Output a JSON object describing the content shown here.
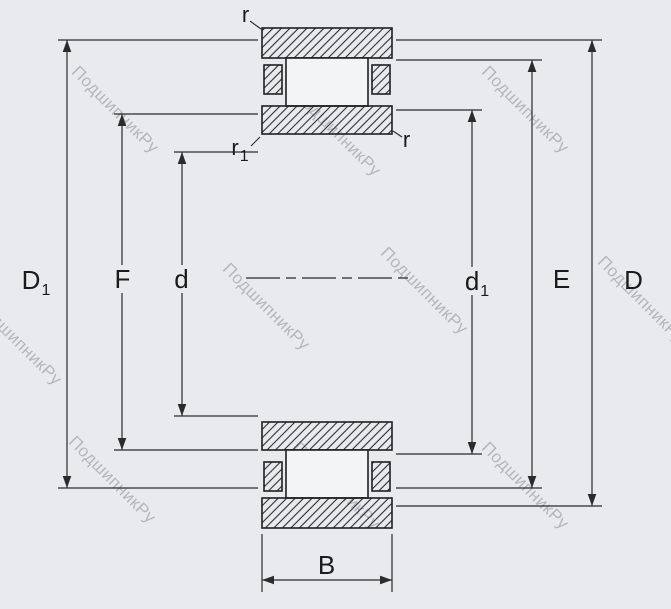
{
  "title": "Cylindrical roller bearing cross-section dimension drawing",
  "colors": {
    "bg": "#e9eaee",
    "line": "#1f1f1f",
    "dim": "#2b2b2b",
    "label": "#1b1b1b",
    "wm": "#a9adb6",
    "roller": "#f3f4f6"
  },
  "labels": {
    "D1": {
      "base": "D",
      "sub": "1"
    },
    "F": {
      "base": "F",
      "sub": ""
    },
    "d": {
      "base": "d",
      "sub": ""
    },
    "d1": {
      "base": "d",
      "sub": "1"
    },
    "E": {
      "base": "E",
      "sub": ""
    },
    "D": {
      "base": "D",
      "sub": ""
    },
    "B": {
      "base": "B",
      "sub": ""
    },
    "r_top": {
      "base": "r",
      "sub": ""
    },
    "r1": {
      "base": "r",
      "sub": "1"
    },
    "r_right": {
      "base": "r",
      "sub": ""
    }
  },
  "watermark": {
    "text": "ПодшипникРу"
  }
}
